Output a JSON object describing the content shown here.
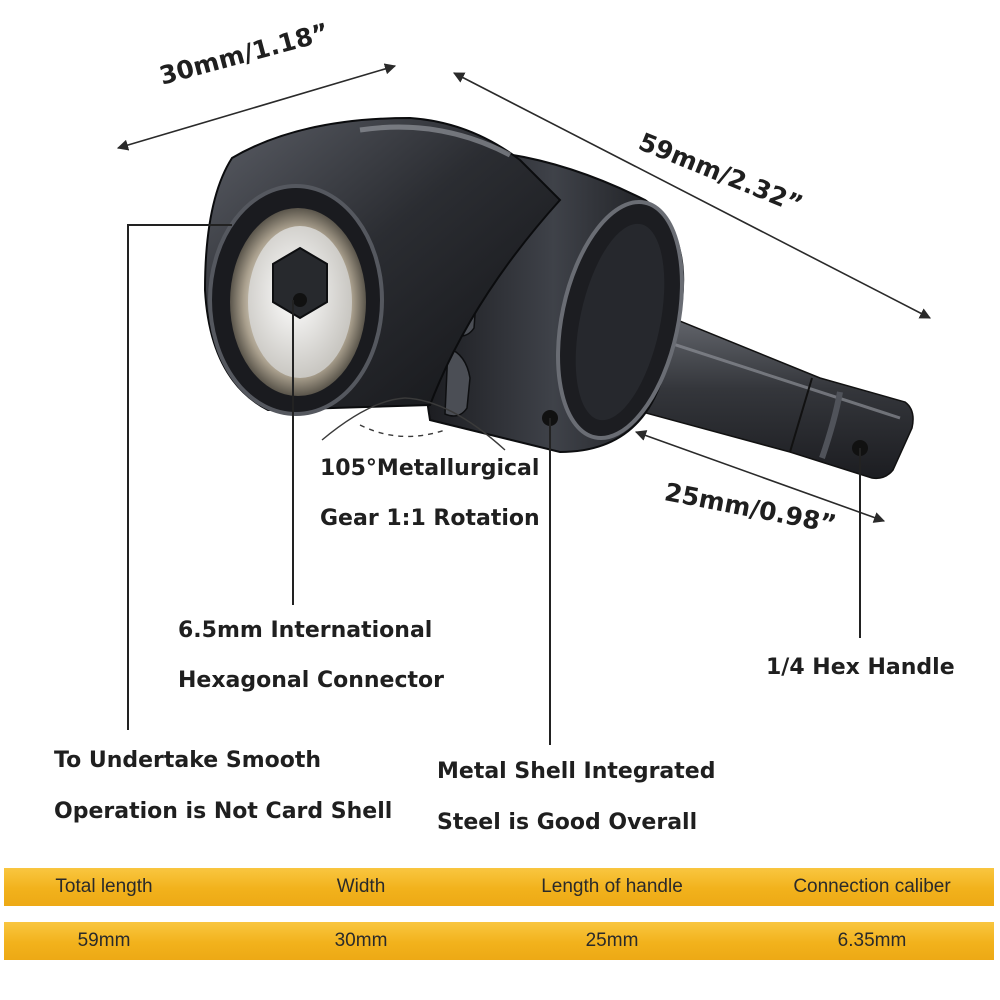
{
  "dimensions": {
    "width": "30mm/1.18”",
    "length": "59mm/2.32”",
    "handle": "25mm/0.98”"
  },
  "callouts": {
    "gear": [
      "105°Metallurgical",
      "Gear 1:1 Rotation"
    ],
    "hex_connector": [
      "6.5mm International",
      "Hexagonal Connector"
    ],
    "smooth": [
      "To Undertake Smooth",
      "Operation is Not Card Shell"
    ],
    "shell": [
      "Metal Shell Integrated",
      "Steel is Good Overall"
    ],
    "handle": "1/4 Hex Handle"
  },
  "specs": {
    "headers": [
      "Total length",
      "Width",
      "Length of handle",
      "Connection caliber"
    ],
    "values": [
      "59mm",
      "30mm",
      "25mm",
      "6.35mm"
    ]
  },
  "colors": {
    "band": "#f2b21c",
    "tool_body": "#2e3035",
    "text": "#1f1f1f"
  }
}
